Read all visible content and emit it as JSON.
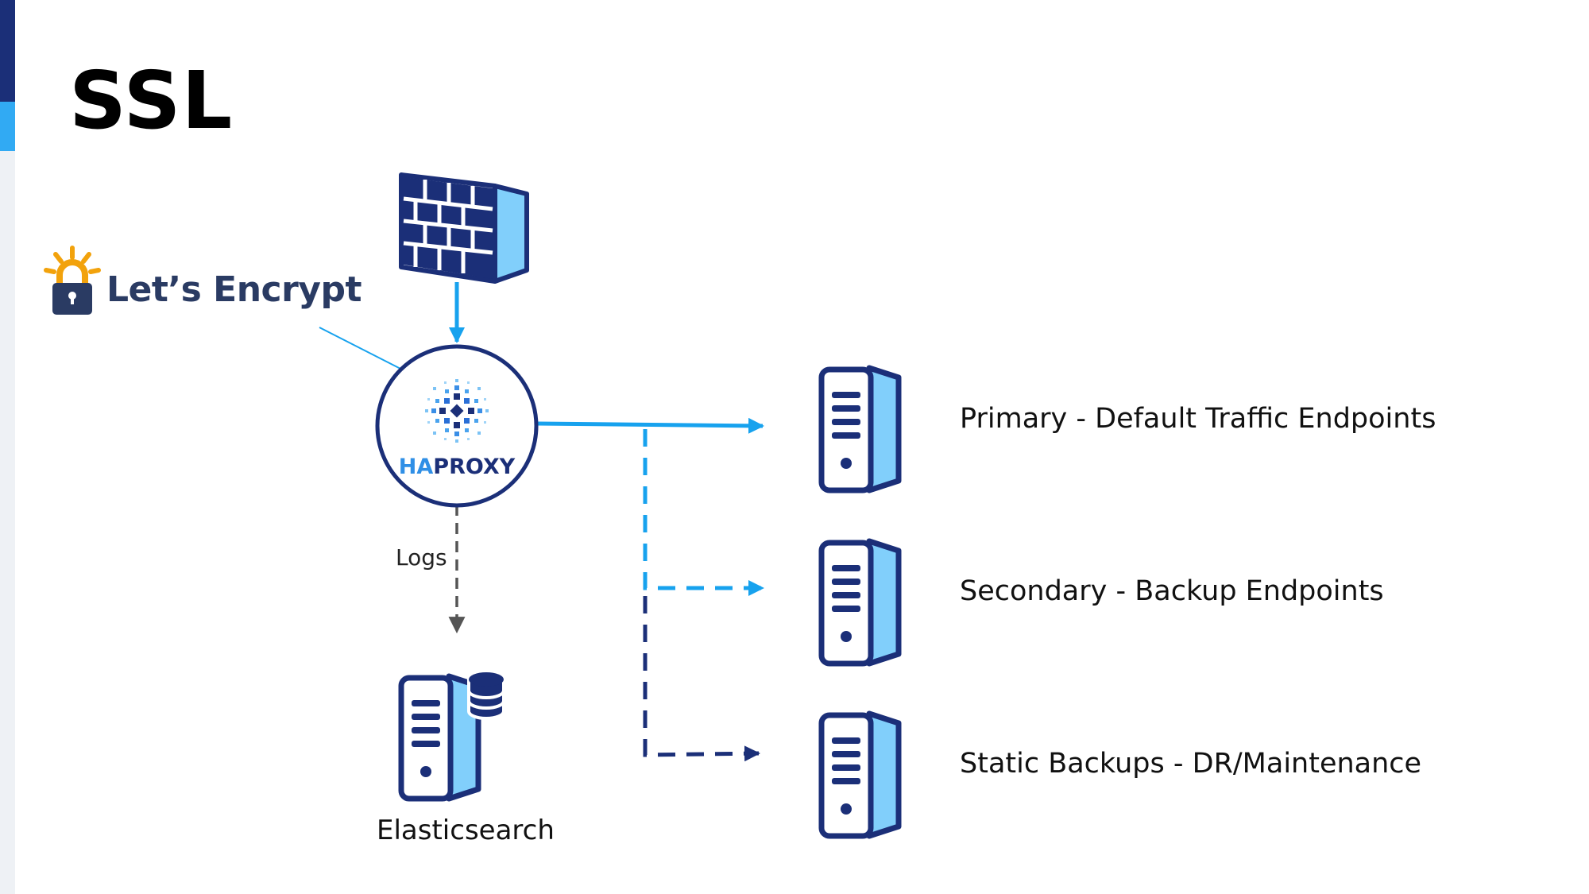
{
  "slide": {
    "title": "SSL"
  },
  "colors": {
    "navy": "#1b2f78",
    "light_blue": "#81cffb",
    "arrow_blue": "#17a2ee",
    "gray": "#555555"
  },
  "lets_encrypt": {
    "label": "Let’s Encrypt",
    "icon": "padlock-sun-icon"
  },
  "firewall": {
    "icon": "firewall-brick-icon"
  },
  "haproxy": {
    "label_ha": "HA",
    "label_proxy": "PROXY",
    "icon": "haproxy-logo-icon"
  },
  "logs_label": "Logs",
  "elasticsearch": {
    "label": "Elasticsearch",
    "icon": "database-server-icon"
  },
  "endpoints": [
    {
      "label": "Primary - Default Traffic Endpoints",
      "line_style": "solid",
      "color": "#17a2ee"
    },
    {
      "label": "Secondary - Backup Endpoints",
      "line_style": "dashed",
      "color": "#17a2ee"
    },
    {
      "label": "Static Backups - DR/Maintenance",
      "line_style": "dashed",
      "color": "#1b2f78"
    }
  ]
}
